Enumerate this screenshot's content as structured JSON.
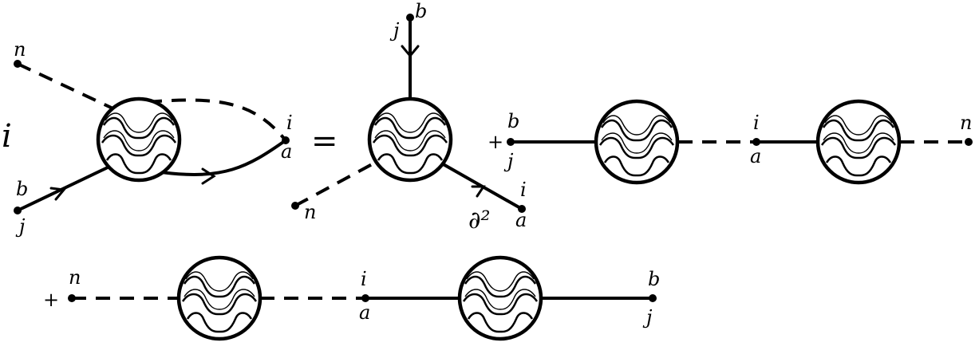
{
  "symbols": {
    "lhs_factor": "i",
    "equals": "=",
    "plus": "+",
    "laplacian": "∂²"
  },
  "labels": {
    "n": "n",
    "b": "b",
    "j": "j",
    "i": "i",
    "a": "a"
  }
}
